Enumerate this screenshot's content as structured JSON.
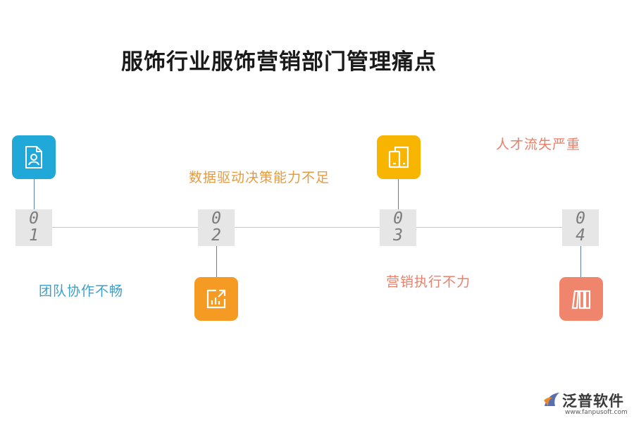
{
  "title": "服饰行业服饰营销部门管理痛点",
  "steps": [
    {
      "d1": "0",
      "d2": "1",
      "label": "团队协作不畅",
      "color": "#1fa8d8",
      "icon": "profile-document-icon"
    },
    {
      "d1": "0",
      "d2": "2",
      "label": "数据驱动决策能力不足",
      "color": "#f59b23",
      "icon": "chart-export-icon"
    },
    {
      "d1": "0",
      "d2": "3",
      "label": "营销执行不力",
      "color": "#f7b500",
      "icon": "tablet-phone-icon"
    },
    {
      "d1": "0",
      "d2": "4",
      "label": "人才流失严重",
      "color": "#f0856e",
      "icon": "columns-icon"
    }
  ],
  "label_colors": [
    "#3aa0c8",
    "#e89a3c",
    "#e8806a",
    "#e8806a"
  ],
  "logo": {
    "name": "泛普软件",
    "url": "www.fanpusoft.com"
  }
}
